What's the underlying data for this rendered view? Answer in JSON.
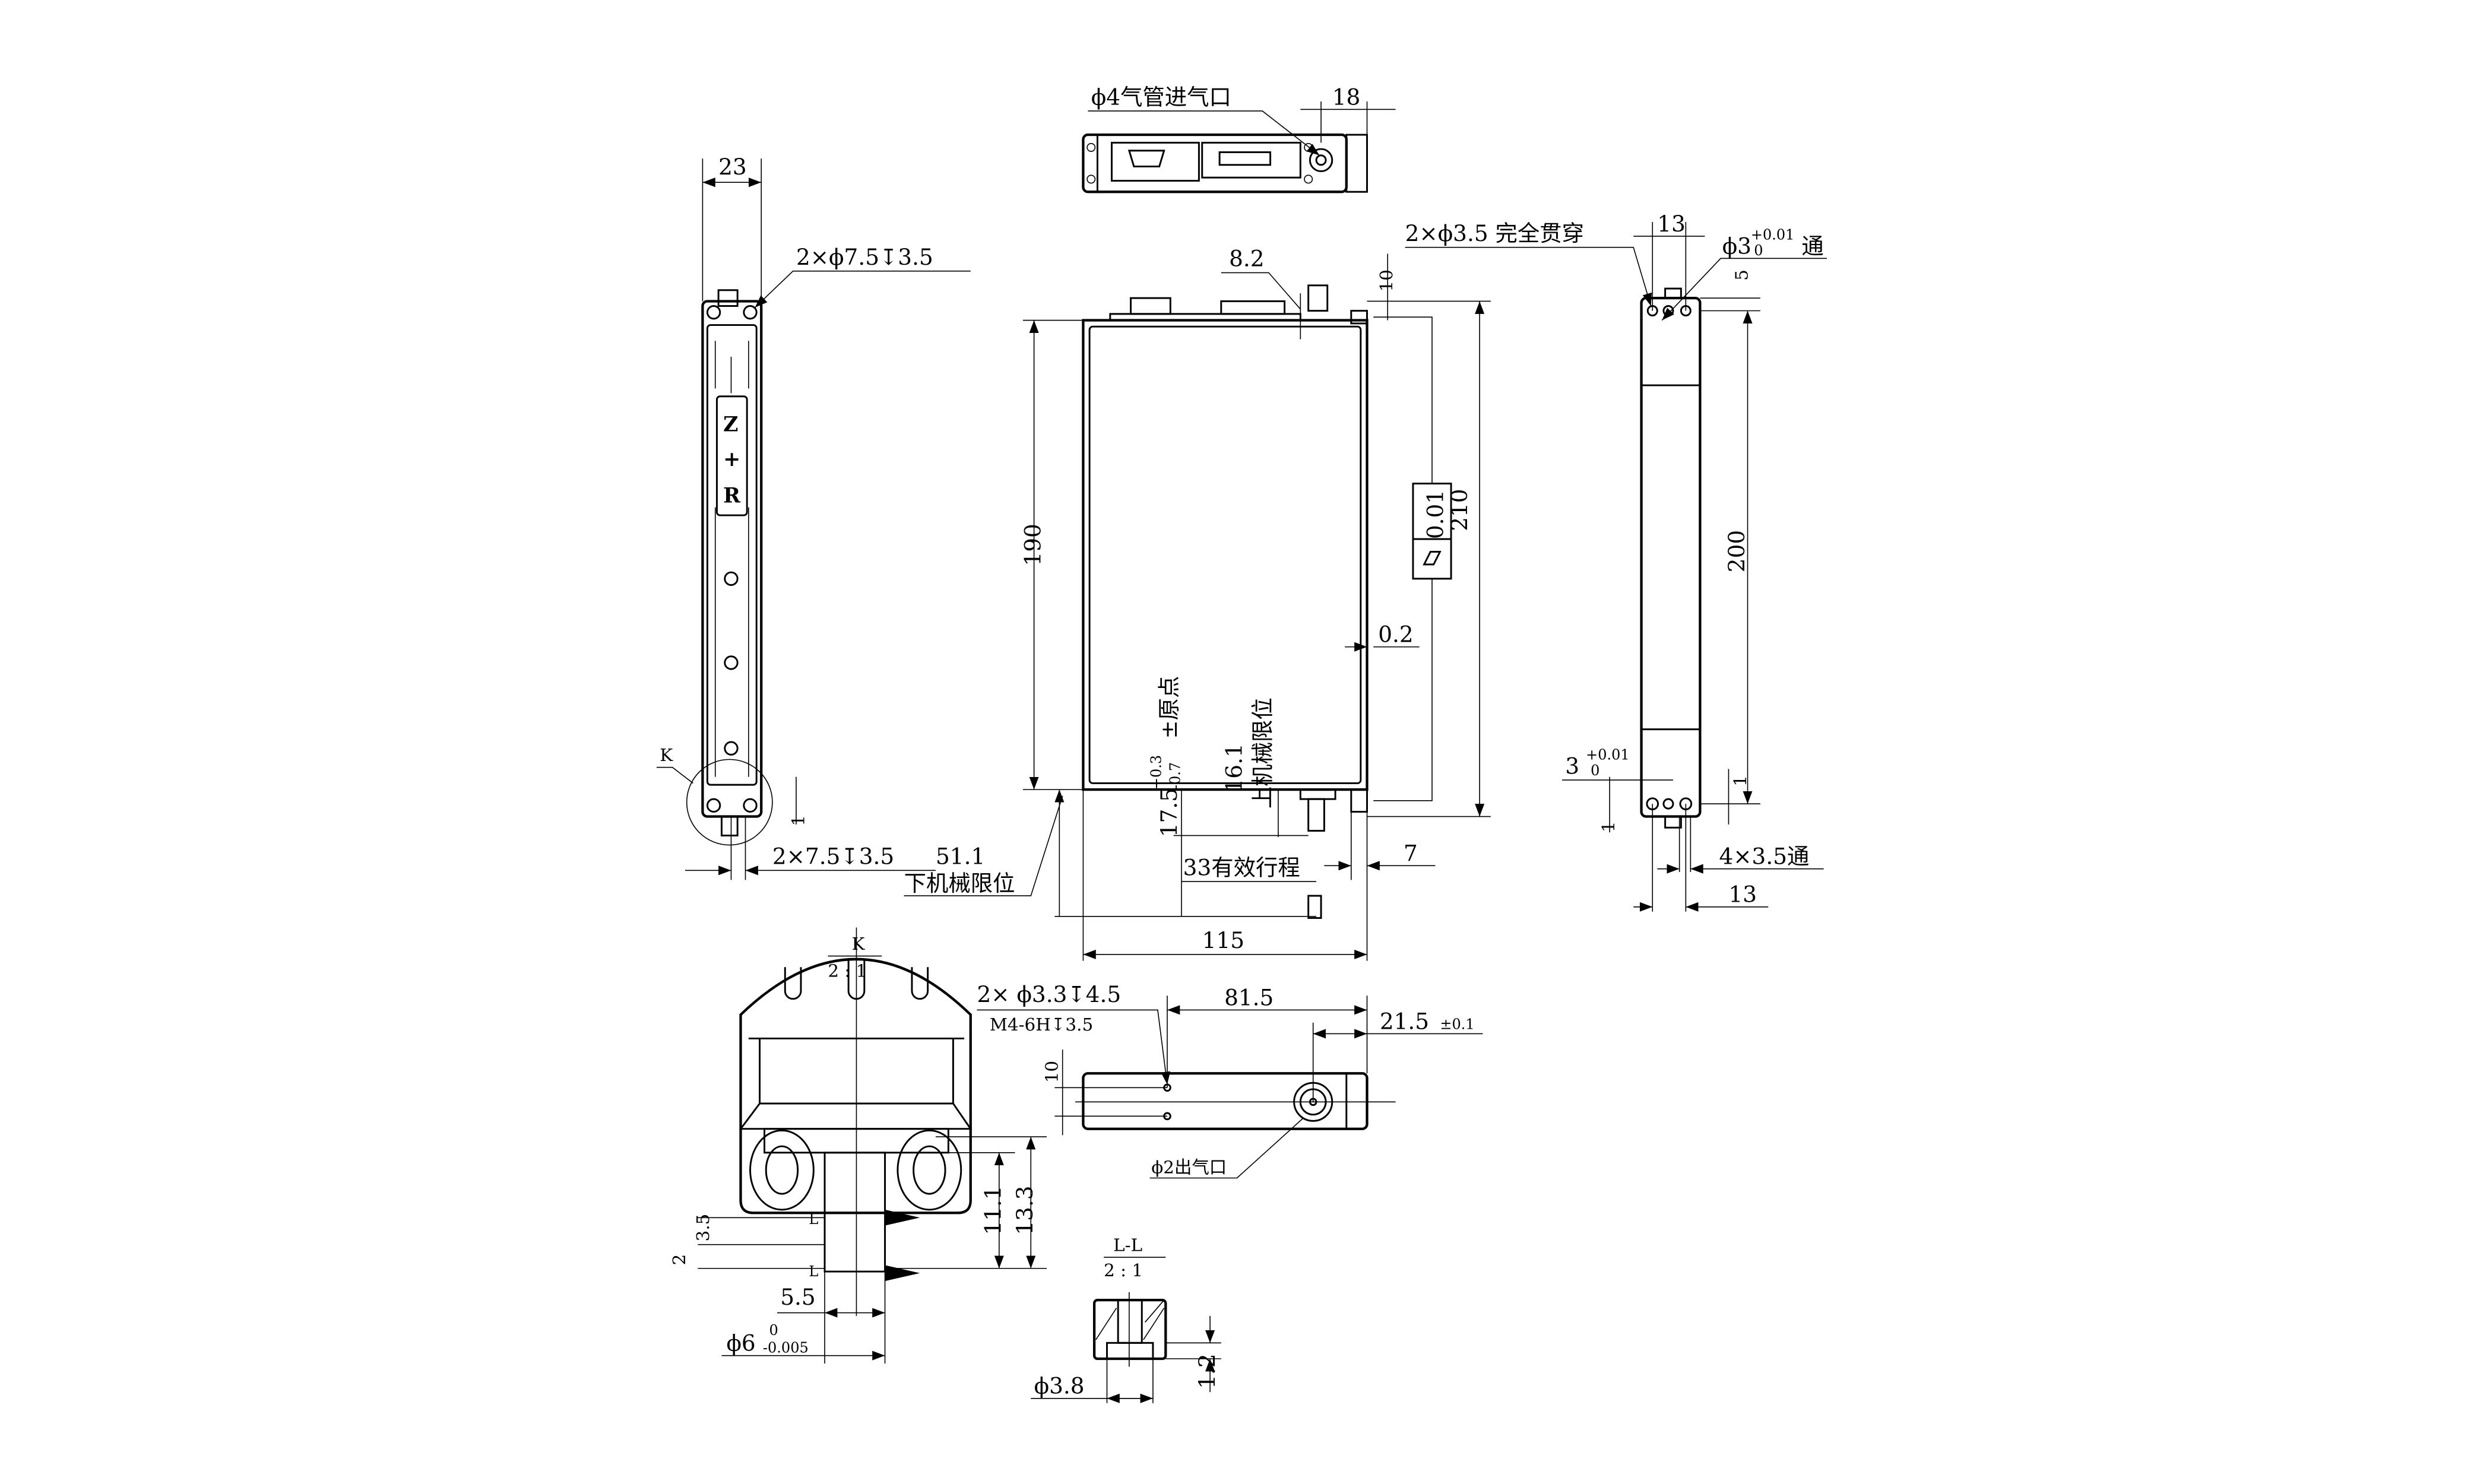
{
  "drawing": {
    "top_view": {
      "air_inlet": "ϕ4气管进气口",
      "dim_18": "18"
    },
    "side_view_left": {
      "dim_23": "23",
      "holes_top": "2×ϕ7.5↧3.5",
      "holes_bottom": "2×7.5↧3.5",
      "label_z": "Z",
      "label_plus": "+",
      "label_r": "R",
      "detail_marker": "K",
      "dim_1": "1"
    },
    "front_view": {
      "dim_8_2": "8.2",
      "dim_10": "10",
      "dim_190": "190",
      "dim_210": "210",
      "flatness_value": "0.01",
      "dim_0_2": "0.2",
      "dim_7": "7",
      "dim_115": "115",
      "origin": "17.5",
      "origin_tol_upper": "+0.3",
      "origin_tol_lower": "-0.7",
      "origin_label": "±原点",
      "upper_limit_value": "16.1",
      "upper_limit_label": "上机械限位",
      "lower_limit_value": "51.1",
      "lower_limit_label": "下机械限位",
      "stroke": "33有效行程"
    },
    "side_view_right": {
      "holes_through": "2×ϕ3.5 完全贯穿",
      "dim_13_top": "13",
      "pin_hole": "ϕ3",
      "pin_tol_upper": "+0.01",
      "pin_tol_lower": "0",
      "pin_suffix": "通",
      "dim_5": "5",
      "dim_200": "200",
      "dim_3": "3",
      "dim3_tol_upper": "+0.01",
      "dim3_tol_lower": "0",
      "dim_1_left": "1",
      "dim_1_right": "1",
      "holes_4": "4×3.5通",
      "dim_13_bottom": "13"
    },
    "detail_k": {
      "title": "K",
      "scale": "2 : 1",
      "dim_3_5": "3.5",
      "dim_2": "2",
      "dim_5_5": "5.5",
      "shaft_dia": "ϕ6",
      "shaft_tol_upper": "0",
      "shaft_tol_lower": "-0.005",
      "dim_11_1": "11.1",
      "dim_13_3": "13.3",
      "section_l1": "L",
      "section_l2": "L"
    },
    "bottom_view": {
      "holes_a": "2× ϕ3.3↧4.5",
      "holes_b": "M4-6H↧3.5",
      "dim_81_5": "81.5",
      "dim_21_5": "21.5",
      "dim_21_5_tol": "±0.1",
      "dim_10": "10",
      "air_outlet": "ϕ2出气口"
    },
    "section_ll": {
      "title": "L-L",
      "scale": "2 : 1",
      "dia": "ϕ3.8",
      "dim_1_2": "1.2"
    }
  }
}
